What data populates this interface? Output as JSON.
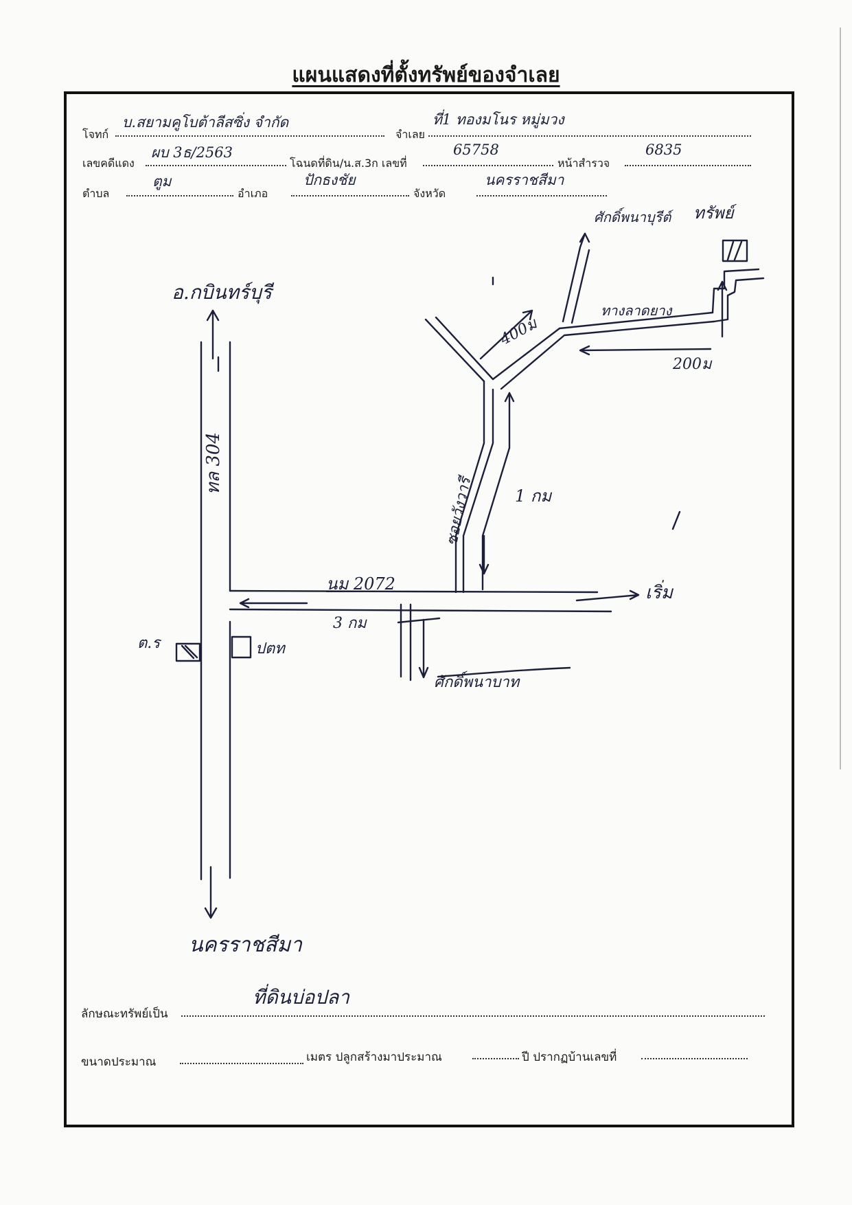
{
  "title": "แผนแสดงที่ตั้งทรัพย์ของจำเลย",
  "header": {
    "plaintiff_label": "โจทก์",
    "plaintiff_value": "บ.สยามคูโบต้าลีสซิ่ง จำกัด",
    "defendant_label": "จำเลย",
    "defendant_value": "ที่1 ทองมโนร หมู่มวง",
    "case_label": "เลขคดีแดง",
    "case_value": "ผบ 3ธ/2563",
    "deed_label": "โฉนดที่ดิน/น.ส.3ก เลขที่",
    "deed_value": "65758",
    "survey_label": "หน้าสำรวจ",
    "survey_value": "6835",
    "tambon_label": "ตำบล",
    "tambon_value": "ตูม",
    "amphoe_label": "อำเภอ",
    "amphoe_value": "ปักธงชัย",
    "province_label": "จังหวัด",
    "province_value": "นครราชสีมา"
  },
  "map": {
    "north_dest": "อ.กบินทร์บุรี",
    "south_dest": "นครราชสีมา",
    "highway_label": "ทล 304",
    "road_2072": "นม 2072",
    "dist_3km": "3 กม",
    "dist_1km": "1 กม",
    "dist_400": "400ม",
    "dist_200": "200ม",
    "shell_station": "ปตท",
    "police_label": "ต.ร",
    "side_road_label": "ซอยวังวารี",
    "dirt_road": "ทางลาดยาง",
    "right_dest": "เริ่ม",
    "south_branch": "ศักดิ์พนาบาท",
    "north_branch": "ศักดิ์พนาบุรีต์",
    "property_mark": "ทรัพย์"
  },
  "footer": {
    "property_type_label": "ลักษณะทรัพย์เป็น",
    "property_type_value": "ที่ดินบ่อปลา",
    "size_label": "ขนาดประมาณ",
    "meters_label": "เมตร ปลูกสร้างมาประมาณ",
    "year_label": "ปี ปรากฏบ้านเลขที่"
  }
}
